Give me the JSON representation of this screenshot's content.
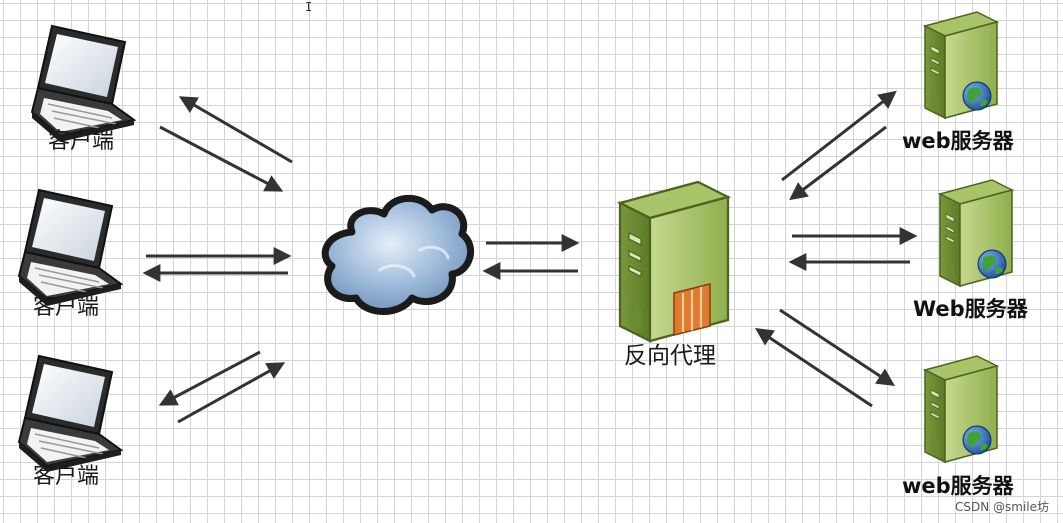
{
  "nodes": {
    "clients": [
      {
        "label": "客户端"
      },
      {
        "label": "客户端"
      },
      {
        "label": "客户端"
      }
    ],
    "cloud": {
      "icon": "cloud-icon"
    },
    "proxy": {
      "label": "反向代理",
      "icon": "proxy-server-icon"
    },
    "servers": [
      {
        "label": "web服务器"
      },
      {
        "label": "Web服务器"
      },
      {
        "label": "web服务器"
      }
    ]
  },
  "icons": {
    "client": "laptop-icon",
    "server": "server-icon",
    "cursor": "text-cursor-icon"
  },
  "colors": {
    "grid": "#d4d4d4",
    "server_green": "#8aa84a",
    "cloud_blue": "#8fb3d6",
    "arrow": "#333333",
    "firewall_orange": "#e07a2e"
  },
  "cursor_glyph": "I",
  "watermark": "CSDN @smile坊"
}
